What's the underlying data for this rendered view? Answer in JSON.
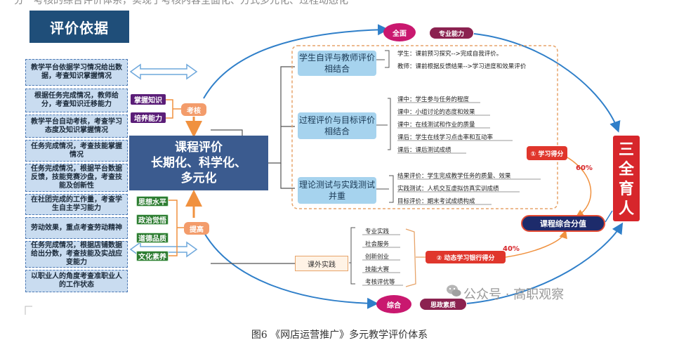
{
  "header_fragment": "分　考核的综合评价体系，实现了考核内容全面化、方式多元化、过程动态化",
  "title": "评价依据",
  "criteria": [
    "教学平台依据学习情况给出数据，考查知识掌握情况",
    "根据任务完成情况，教师给分，考查知识迁移能力",
    "教学平台自动考核，考查学习态度及知识掌握情况",
    "任务完成情况，考查技能掌握情况",
    "任务完成情况，根据平台数据反馈，技能竞赛沙盘，考查技能及创新性",
    "在社团完成的工作量，考查学生自主学习能力",
    "劳动效果，重点考查劳动精神",
    "任务完成情况，根据店铺数据给出分数，考查技能及实战应变能力",
    "以职业人的角度考查准职业人的工作状态"
  ],
  "exam_tags": [
    "掌握知识",
    "培养能力"
  ],
  "exam_label": "考核",
  "quality_tags": [
    "思想水平",
    "政治觉悟",
    "道德品质",
    "文化素养"
  ],
  "quality_label": "提高",
  "center": {
    "line1": "课程评价",
    "line2": "长期化、科学化、",
    "line3": "多元化"
  },
  "groups": [
    {
      "label": "学生自评与教师评价相结合",
      "items": [
        "学生：课前预习探究-->完成自我评价。",
        "教师：课前根据反馈结果-->学习进度和效果评价"
      ]
    },
    {
      "label": "过程评价与目标评价相结合",
      "items": [
        "课中：学生参与任务的程度",
        "课中：小组讨论的态度和效果",
        "课中：在线测试和作业的质量",
        "课后：学生在线学习点击率和互动率",
        "课后：课后测试成绩"
      ]
    },
    {
      "label": "理论测试与实践测试并重",
      "items": [
        "结果评价：学生完成教学任务的质量、效果",
        "实践测试：人机交互虚拟仿真实训成绩",
        "目标评价：期末考试成绩构成"
      ]
    }
  ],
  "practice": {
    "label": "课外实践",
    "items": [
      "专业实践",
      "社会服务",
      "创新创业",
      "技能大赛",
      "考核评优等"
    ]
  },
  "top_node": {
    "ellipse": "全面",
    "pill": "专业能力"
  },
  "bottom_node": {
    "ellipse": "综合",
    "pill": "思政素质"
  },
  "scores": {
    "study": "① 学习得分",
    "study_pct": "60%",
    "bank": "② 动态学习银行得分",
    "bank_pct": "40%",
    "total": "课程综合分值"
  },
  "sanquan": [
    "三",
    "全",
    "育",
    "人"
  ],
  "watermark": "公众号 · 高职观察",
  "caption": "图6 《网店运营推广》多元教学评价体系"
}
